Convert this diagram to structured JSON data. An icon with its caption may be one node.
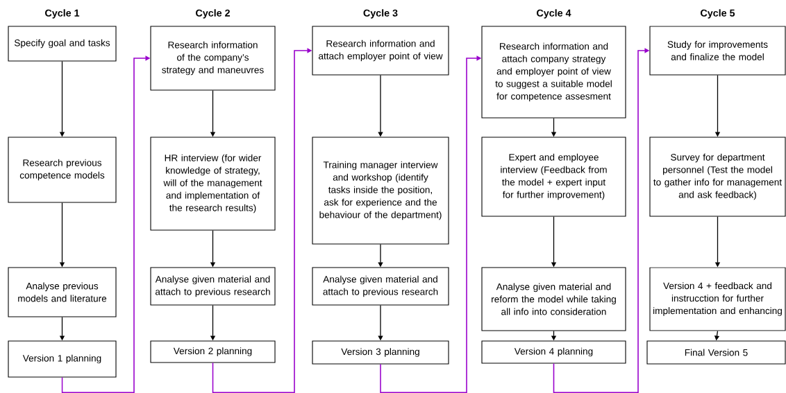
{
  "diagram": {
    "nodes": [
      {
        "text": [
          "Specify goal and tasks"
        ]
      },
      {
        "text": [
          "Research previous competence models"
        ]
      },
      {
        "text": [
          "Analyse previous models and literature"
        ]
      },
      {
        "text": [
          "Version 1 planning"
        ]
      },
      {
        "text": [
          "Research information of the company’s strategy and maneuvres"
        ]
      },
      {
        "text": [
          "HR interview (for wider knowledge of strategy, will of the management and implementation of the research results)"
        ]
      },
      {
        "text": [
          "Analyse given material and attach to previous research"
        ]
      },
      {
        "text": [
          "Version 2 planning"
        ]
      },
      {
        "text": [
          "Research information and attach employer point of view"
        ]
      },
      {
        "text": [
          "Training manager interview and workshop (identify tasks inside the position, ask for experience and the behaviour of the department)"
        ]
      },
      {
        "text": [
          "Analyse given material and attach to previous research"
        ]
      },
      {
        "text": [
          "Version 3 planning"
        ]
      },
      {
        "text": [
          "Research information and attach company strategy and employer point of view to suggest a suitable model for competence assesment"
        ]
      },
      {
        "text": [
          "Expert and employee interview (Feedback from the model + expert input for further improvement)"
        ]
      },
      {
        "text": [
          "Analyse given material and reform the model while taking all info into consideration"
        ]
      },
      {
        "text": [
          "Version 4 planning"
        ]
      },
      {
        "text": [
          "Study for improvements and finalize the model"
        ]
      },
      {
        "text": [
          "Survey for department personnel (Test the model to gather info for management and ask feedback)"
        ]
      },
      {
        "text": [
          "Version 4 + feedback and instrucction for further implementation and enhancing"
        ]
      },
      {
        "text": [
          "Final Version 5"
        ]
      }
    ],
    "edges": [
      {
        "from": 0,
        "to": 1,
        "arrow": "to"
      },
      {
        "from": 1,
        "to": 2,
        "arrow": "to"
      },
      {
        "from": 2,
        "to": 3,
        "arrow": "to"
      },
      {
        "from": 3,
        "to": 4,
        "arrow": "to",
        "color": "#9900cc"
      },
      {
        "from": 4,
        "to": 5,
        "arrow": "to"
      },
      {
        "from": 5,
        "to": 6,
        "arrow": "to"
      },
      {
        "from": 6,
        "to": 7,
        "arrow": "to"
      },
      {
        "from": 7,
        "to": 8,
        "arrow": "to",
        "color": "#9900cc"
      },
      {
        "from": 8,
        "to": 9,
        "arrow": "to"
      },
      {
        "from": 9,
        "to": 10,
        "arrow": "to"
      },
      {
        "from": 10,
        "to": 11,
        "arrow": "to"
      },
      {
        "from": 11,
        "to": 12,
        "arrow": "to",
        "color": "#9900cc"
      },
      {
        "from": 12,
        "to": 13,
        "arrow": "to"
      },
      {
        "from": 13,
        "to": 14,
        "arrow": "to"
      },
      {
        "from": 14,
        "to": 15,
        "arrow": "to"
      },
      {
        "from": 15,
        "to": 16,
        "arrow": "to",
        "color": "#9900cc"
      },
      {
        "from": 16,
        "to": 17,
        "arrow": "to"
      },
      {
        "from": 17,
        "to": 18,
        "arrow": "to"
      },
      {
        "from": 18,
        "to": 19,
        "arrow": "to"
      }
    ],
    "labels": [
      "Cycle 1",
      "Cycle 2",
      "Cycle 3",
      "Cycle 4",
      "Cycle 5"
    ]
  }
}
